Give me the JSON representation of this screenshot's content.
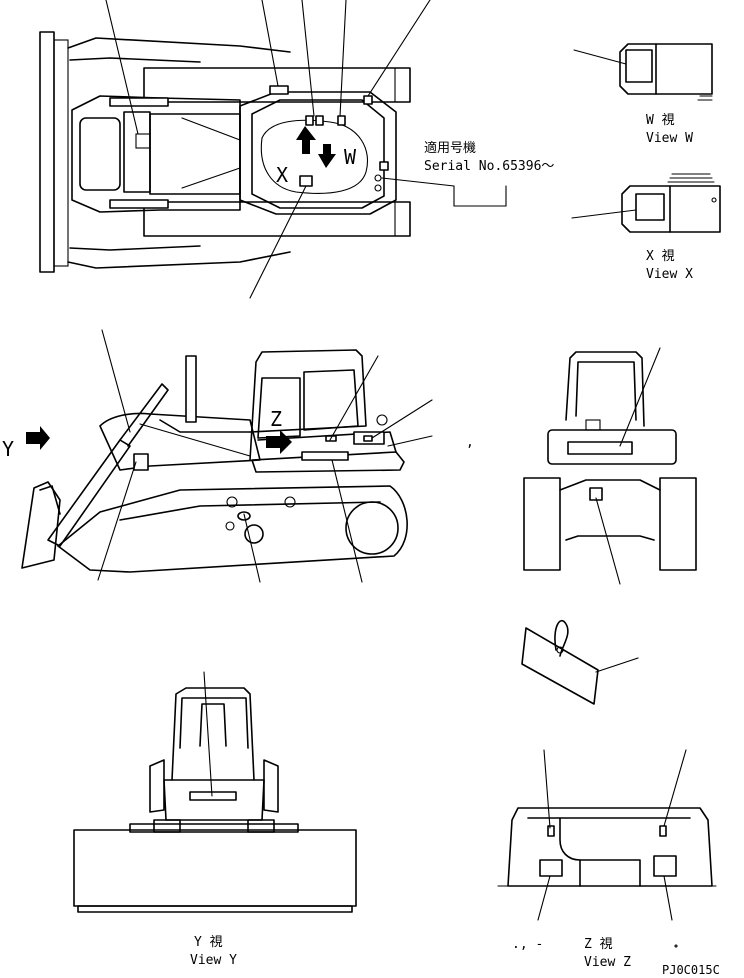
{
  "views": {
    "w": {
      "title": "W  視",
      "label": "View W"
    },
    "x": {
      "title": "X  視",
      "label": "View X"
    },
    "y": {
      "title": "Y  視",
      "label": "View Y"
    },
    "z": {
      "title": "Z  視",
      "label": "View Z"
    }
  },
  "serial": {
    "applicable": "適用号機",
    "number": "Serial No.65396～"
  },
  "markers": {
    "w": "W",
    "x": "X",
    "y": "Y",
    "z": "Z"
  },
  "z_marks": "., -",
  "comma_mark": ",",
  "drawing_code": "PJ0C015C"
}
